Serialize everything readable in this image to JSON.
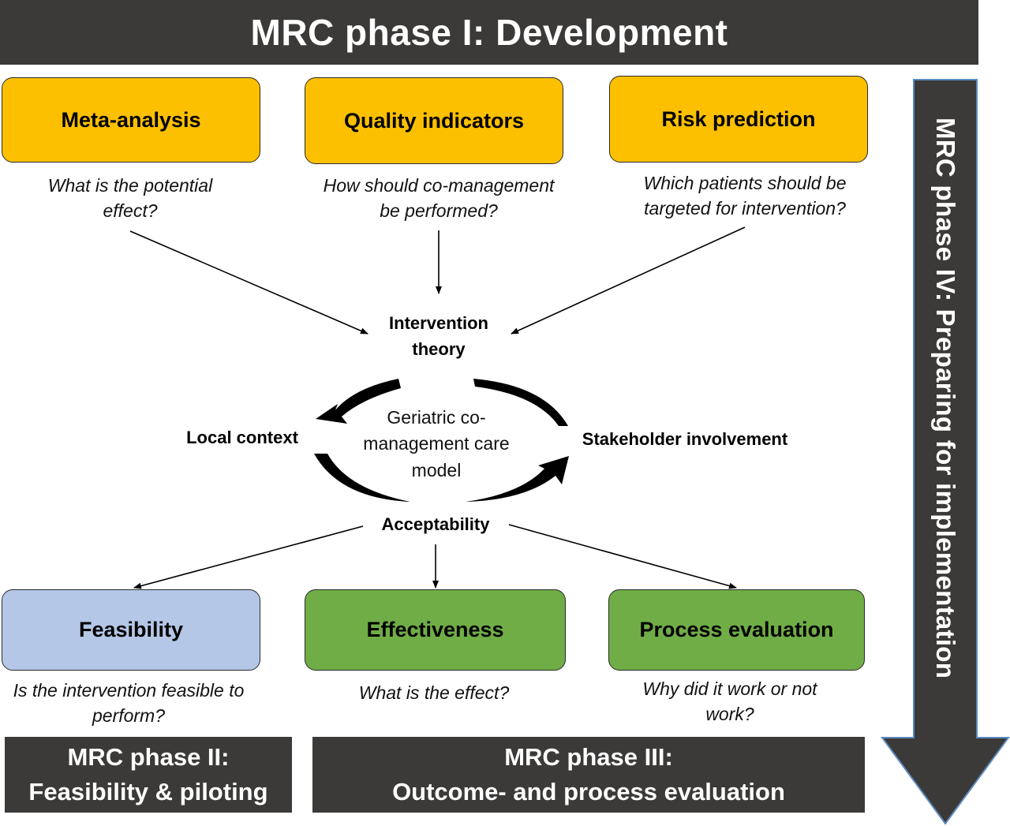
{
  "title": "MRC phase I: Development",
  "top_boxes": [
    {
      "label": "Meta-analysis",
      "question": "What is the potential effect?"
    },
    {
      "label": "Quality indicators",
      "question": "How should co-management be performed?"
    },
    {
      "label": "Risk prediction",
      "question": "Which patients should be targeted for intervention?"
    }
  ],
  "center": {
    "intervention_theory": "Intervention theory",
    "model": "Geriatric co-management care model",
    "local_context": "Local context",
    "stakeholder": "Stakeholder involvement",
    "acceptability": "Acceptability"
  },
  "bottom_boxes": [
    {
      "label": "Feasibility",
      "question": "Is the intervention feasible to perform?"
    },
    {
      "label": "Effectiveness",
      "question": "What is the effect?"
    },
    {
      "label": "Process evaluation",
      "question": "Why did it work or not work?"
    }
  ],
  "phase2": {
    "line1": "MRC phase II:",
    "line2": "Feasibility & piloting"
  },
  "phase3": {
    "line1": "MRC phase III:",
    "line2": "Outcome- and process evaluation"
  },
  "phase4": "MRC phase IV: Preparing for implementation",
  "colors": {
    "dark": "#3b3a38",
    "yellow": "#fcc000",
    "blue": "#b4c7e7",
    "green": "#70ad47"
  }
}
